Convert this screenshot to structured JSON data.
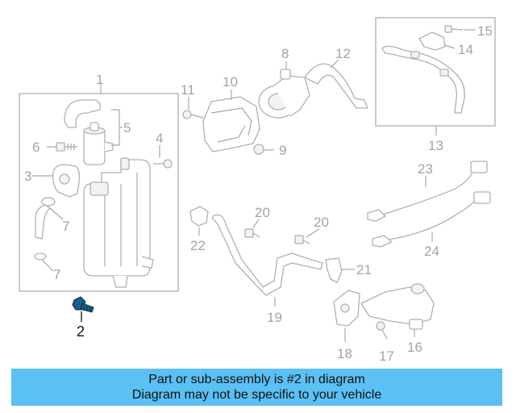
{
  "colors": {
    "banner_background": "#5bc0f3",
    "highlight_part": "#1d5f8a",
    "diagram_lines": "#a8a8a8"
  },
  "callouts": {
    "c1": "1",
    "c2": "2",
    "c3": "3",
    "c4": "4",
    "c5": "5",
    "c6": "6",
    "c7a": "7",
    "c7b": "7",
    "c8": "8",
    "c9": "9",
    "c10": "10",
    "c11": "11",
    "c12": "12",
    "c13": "13",
    "c14": "14",
    "c15": "15",
    "c16": "16",
    "c17": "17",
    "c18": "18",
    "c19": "19",
    "c20a": "20",
    "c20b": "20",
    "c21": "21",
    "c22": "22",
    "c23": "23",
    "c24": "24"
  },
  "banner": {
    "line1": "Part or sub-assembly is #2 in diagram",
    "line2": "Diagram may not be specific to your vehicle"
  }
}
